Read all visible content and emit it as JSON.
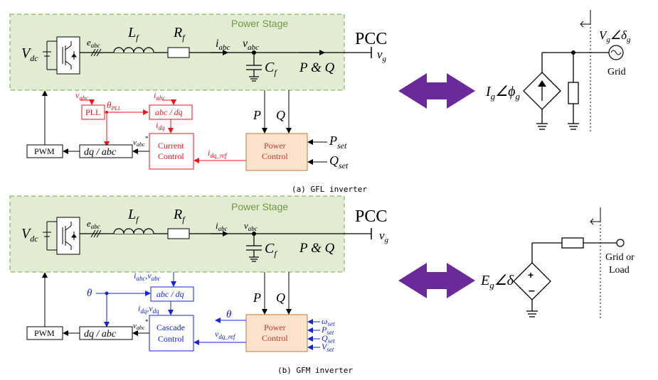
{
  "colors": {
    "stage_fill": "#e2ecd3",
    "stage_stroke": "#8fb36a",
    "stage_label": "#6f9a3f",
    "red": "#e8151c",
    "blue": "#1226d6",
    "power_fill": "#fbe2cc",
    "power_stroke": "#c07a3a",
    "arrow_purple": "#6a2a9a"
  },
  "gfl": {
    "caption": "(a) GFL inverter",
    "power_stage": "Power Stage",
    "pcc": "PCC",
    "vg": "v",
    "vg_sub": "g",
    "Vdc": "V",
    "Vdc_sub": "dc",
    "eabc": "e",
    "eabc_sub": "abc",
    "Lf": "L",
    "Lf_sub": "f",
    "Rf": "R",
    "Rf_sub": "f",
    "iabc": "i",
    "iabc_sub": "abc",
    "vabc": "v",
    "vabc_sub": "abc",
    "Cf": "C",
    "Cf_sub": "f",
    "PQ": "P & Q",
    "pll": "PLL",
    "pll_in": "v",
    "pll_in_sub": "abc",
    "theta": "θ",
    "theta_sub": "PLL",
    "abcdq_in": "i",
    "abcdq_in_sub": "abc",
    "abcdq": "abc / dq",
    "idq": "i",
    "idq_sub": "dq",
    "current_control_1": "Current",
    "current_control_2": "Control",
    "idq_ref": "i",
    "idq_ref_sub": "dq_ref",
    "power_control_1": "Power",
    "power_control_2": "Control",
    "P": "P",
    "Q": "Q",
    "Pset": "P",
    "Pset_sub": "set",
    "Qset": "Q",
    "Qset_sub": "set",
    "pwm": "PWM",
    "dqabc": "dq / abc",
    "vabc_star": "v",
    "vabc_star_sub": "abc",
    "vabc_star_sup": "*",
    "source_label": "I",
    "source_label_sub": "g",
    "source_angle": "∠ϕ",
    "source_angle_sub": "g",
    "grid_voltage": "V",
    "grid_voltage_sub": "g",
    "grid_angle": "∠δ",
    "grid_angle_sub": "g",
    "grid": "Grid"
  },
  "gfm": {
    "caption": "(b) GFM inverter",
    "power_stage": "Power Stage",
    "pcc": "PCC",
    "vg": "v",
    "vg_sub": "g",
    "Vdc": "V",
    "Vdc_sub": "dc",
    "eabc": "e",
    "eabc_sub": "abc",
    "Lf": "L",
    "Lf_sub": "f",
    "Rf": "R",
    "Rf_sub": "f",
    "iabc": "i",
    "iabc_sub": "abc",
    "vabc": "v",
    "vabc_sub": "abc",
    "Cf": "C",
    "Cf_sub": "f",
    "PQ": "P & Q",
    "abcdq_in": "i",
    "abcdq_in_sub": "abc",
    "abcdq_in2": ",v",
    "abcdq_in2_sub": "abc",
    "abcdq": "abc / dq",
    "theta": "θ",
    "idq": "i",
    "idq_sub": "dq",
    "idq2": ",v",
    "idq2_sub": "dq",
    "cascade_control_1": "Cascade",
    "cascade_control_2": "Control",
    "theta_out": "θ",
    "vdq_ref": "v",
    "vdq_ref_sub": "dq_ref",
    "power_control_1": "Power",
    "power_control_2": "Control",
    "P": "P",
    "Q": "Q",
    "omega_set": "ω",
    "omega_set_sub": "set",
    "Pset": "P",
    "Pset_sub": "set",
    "Qset": "Q",
    "Qset_sub": "set",
    "Vset": "V",
    "Vset_sub": "set",
    "pwm": "PWM",
    "dqabc": "dq / abc",
    "vabc_star": "v",
    "vabc_star_sub": "abc",
    "vabc_star_sup": "*",
    "source_label": "E",
    "source_label_sub": "g",
    "source_angle": "∠δ",
    "grid_or": "Grid or",
    "load": "Load"
  }
}
